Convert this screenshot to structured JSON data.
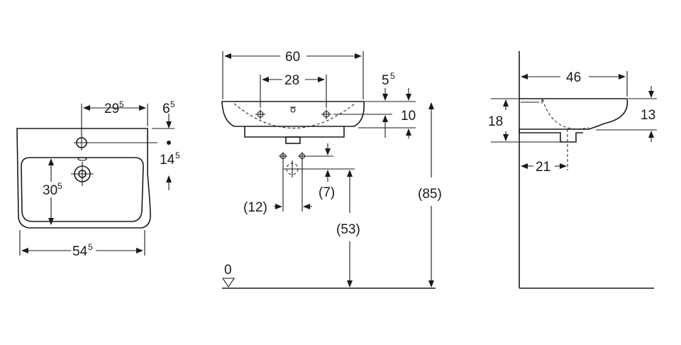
{
  "top_view": {
    "dim_width": "54",
    "dim_width_sup": "5",
    "dim_tap_offset": "29",
    "dim_tap_offset_sup": "5",
    "dim_depth_inner": "30",
    "dim_depth_inner_sup": "5",
    "dim_tap_from_back": "6",
    "dim_tap_from_back_sup": "5",
    "dim_drain_from_tap": "14",
    "dim_drain_from_tap_sup": "5"
  },
  "front_view": {
    "dim_width": "60",
    "dim_hole_spacing": "28",
    "dim_rim": "5",
    "dim_rim_sup": "5",
    "dim_bowl": "10",
    "dim_left_offset": "(12)",
    "dim_right_offset": "(7)",
    "dim_waste_height": "(53)",
    "dim_total_height": "(85)",
    "floor_label": "0"
  },
  "side_view": {
    "dim_depth": "46",
    "dim_height": "18",
    "dim_bowl_height": "13",
    "dim_drain_offset": "21"
  }
}
